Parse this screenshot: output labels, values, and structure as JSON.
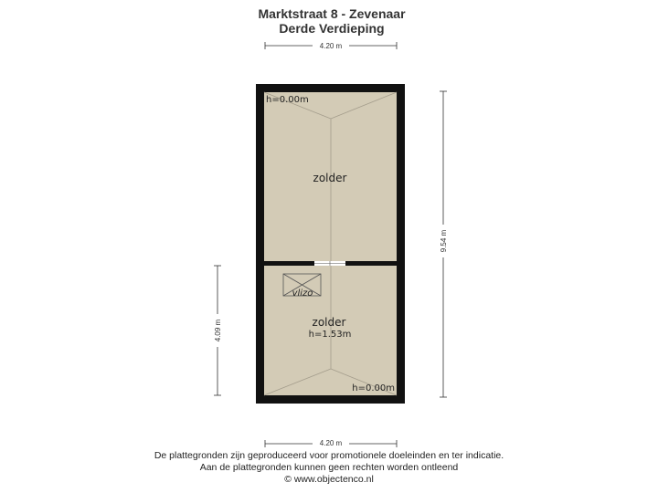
{
  "header": {
    "title": "Marktstraat 8 - Zevenaar",
    "subtitle": "Derde Verdieping"
  },
  "dimensions": {
    "top_width": "4.20 m",
    "bottom_width": "4.20 m",
    "right_height": "9.54 m",
    "left_height": "4.09 m"
  },
  "rooms": {
    "upper": {
      "name": "zolder",
      "height_label": "h=0.00m"
    },
    "lower": {
      "name": "zolder",
      "height_label": "h=1.53m",
      "corner_height_label": "h=0.00m"
    },
    "hatch_label": "vlizo"
  },
  "footer": {
    "line1": "De plattegronden zijn geproduceerd voor promotionele doeleinden en ter indicatie.",
    "line2": "Aan de plattegronden kunnen geen rechten worden ontleend",
    "line3": "© www.objectenco.nl"
  },
  "colors": {
    "wall": "#111111",
    "floor": "#d3cbb6",
    "roof_lines": "#a49d8c",
    "dimension_lines": "#333333"
  }
}
